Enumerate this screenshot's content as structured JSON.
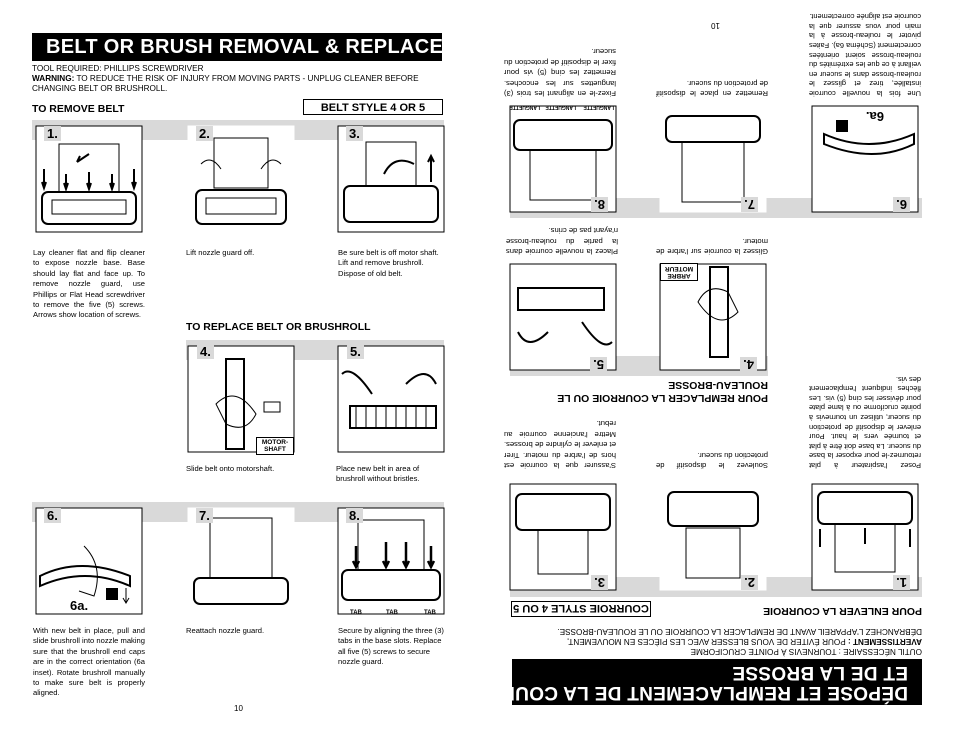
{
  "left": {
    "title": "BELT OR BRUSH REMOVAL & REPLACEMENT",
    "tool_required": "TOOL REQUIRED: PHILLIPS SCREWDRIVER",
    "warning_label": "WARNING:",
    "warning_text": "TO REDUCE THE RISK OF INJURY FROM MOVING PARTS - UNPLUG CLEANER BEFORE CHANGING BELT OR BRUSHROLL.",
    "remove_heading": "TO REMOVE BELT",
    "belt_style": "BELT STYLE 4 OR 5",
    "replace_heading": "TO REPLACE BELT OR BRUSHROLL",
    "steps": [
      {
        "num": "1.",
        "caption": "Lay cleaner flat and flip cleaner to expose nozzle base. Base should lay flat and face up. To remove nozzle guard, use Phillips or Flat Head screwdriver to remove the five (5) screws. Arrows show location of screws."
      },
      {
        "num": "2.",
        "caption": "Lift nozzle guard off."
      },
      {
        "num": "3.",
        "caption": "Be sure belt is off motor shaft. Lift and remove brushroll. Dispose of old belt."
      },
      {
        "num": "4.",
        "caption": "Slide belt onto motorshaft.",
        "label": "MOTOR-SHAFT"
      },
      {
        "num": "5.",
        "caption": "Place new belt in area of brushroll without bristles."
      },
      {
        "num": "6.",
        "caption": "With new belt in place, pull and slide brushroll into nozzle making sure that the brushroll end caps are in the correct orientation (6a inset). Rotate brushroll manually to make sure belt is properly aligned.",
        "inset": "6a."
      },
      {
        "num": "7.",
        "caption": "Reattach nozzle guard."
      },
      {
        "num": "8.",
        "caption": "Secure by aligning the three (3) tabs in the base slots. Replace all five (5) screws to secure nozzle guard.",
        "tabs": [
          "TAB",
          "TAB",
          "TAB"
        ]
      }
    ],
    "page_number": "10"
  },
  "right": {
    "title_line1": "DÉPOSE ET REMPLACEMENT DE LA COURROIE",
    "title_line2": "ET DE LA BROSSE",
    "tool_required": "OUTIL NÉCESSAIRE : TOURNEVIS À POINTE CRUCIFORME",
    "warning_label": "AVERTISSEMENT :",
    "warning_text": "POUR ÉVITER DE VOUS BLESSER AVEC LES PIÈCES EN MOUVEMENT, DÉBRANCHEZ L'APPAREIL AVANT DE REMPLACER LA COURROIE OU LE ROULEAU-BROSSE.",
    "remove_heading": "POUR ENLEVER LA COURROIE",
    "belt_style": "COURROIE STYLE 4 OU 5",
    "replace_heading_1": "POUR REMPLACER LA COURROIE OU LE",
    "replace_heading_2": "ROULEAU-BROSSE",
    "steps": [
      {
        "num": "1.",
        "caption": "Posez l'aspirateur à plat retournez-le pour exposer la base du suceur. La base doit être à plat et tournée vers le haut. Pour enlever le dispositif de protection du suceur, utilisez un tournevis à pointe cruciforme ou à lame plate pour dévisser les cinq (5) vis. Les flèches indiquent l'emplacement des vis."
      },
      {
        "num": "2.",
        "caption": "Soulevez le dispositif de protection du suceur."
      },
      {
        "num": "3.",
        "caption": "S'assurer que la courroie est hors de l'arbre du moteur. Tirer et enlever le cylindre de brosses. Mettre l'ancienne courroie au rebut."
      },
      {
        "num": "4.",
        "caption": "Glissez la courroie sur l'arbre de moteur.",
        "label": "ARBRE MOTEUR"
      },
      {
        "num": "5.",
        "caption": "Placez la nouvelle courroie dans la partie du rouleau-brosse n'ayant pas de crins."
      },
      {
        "num": "6.",
        "caption": "Une fois la nouvelle courroie installée, tirez et glissez le rouleau-brosse dans le suceur en veillant à ce que les extrémités du rouleau-brosse soient orientées correctement (Schéma 6a). Faites pivoter le rouleau-brosse à la main pour vous assurer que la courroie est alignée correctement.",
        "inset": "6a."
      },
      {
        "num": "7.",
        "caption": "Remettez en place le dispositif de protection du suceur."
      },
      {
        "num": "8.",
        "caption": "Fixez-le en alignant les trois (3) languettes sur les encoches. Remettez les cinq (5) vis pour fixer le dispositif de protection du suceur.",
        "tabs": [
          "LANGUETTE",
          "LANGUETTE",
          "LANGUETTE"
        ]
      }
    ],
    "page_number": "10"
  }
}
